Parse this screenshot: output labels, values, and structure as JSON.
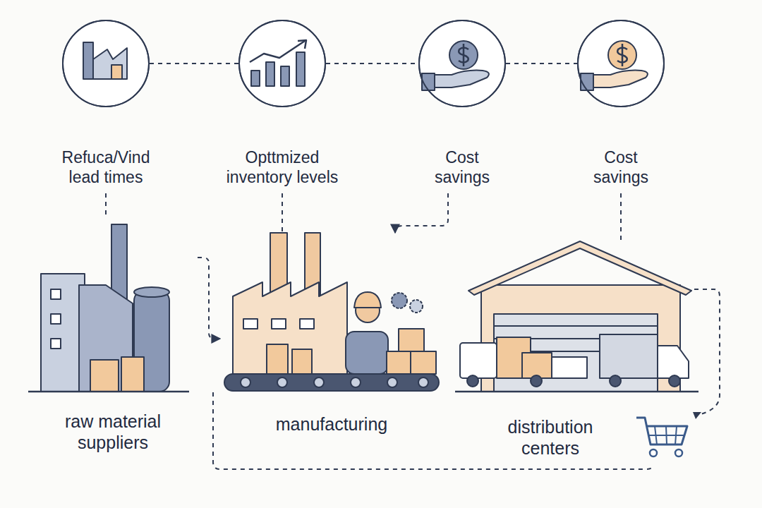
{
  "diagram": {
    "nodes": [
      {
        "text": [
          "Refuca/Vind lead times"
        ]
      },
      {
        "text": [
          "Opttmized inventory levels"
        ]
      },
      {
        "text": [
          "Cost savings"
        ]
      },
      {
        "text": [
          "Cost savings"
        ]
      },
      {
        "text": [
          "raw material suppliers"
        ]
      },
      {
        "text": [
          "manufacturing"
        ]
      },
      {
        "text": [
          "distribution centers"
        ]
      }
    ],
    "edges": [
      {
        "from": 0,
        "to": 1,
        "arrow": "none"
      },
      {
        "from": 1,
        "to": 2,
        "arrow": "none"
      },
      {
        "from": 2,
        "to": 3,
        "arrow": "none"
      },
      {
        "from": 0,
        "to": 4,
        "arrow": "none"
      },
      {
        "from": 1,
        "to": 5,
        "arrow": "none"
      },
      {
        "from": 2,
        "to": 5,
        "arrow": "to"
      },
      {
        "from": 3,
        "to": 6,
        "arrow": "none"
      },
      {
        "from": 4,
        "to": 5,
        "arrow": "to"
      }
    ]
  }
}
